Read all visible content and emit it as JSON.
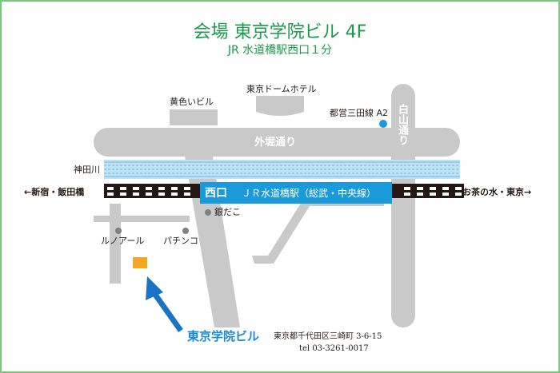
{
  "title": "会場 東京学院ビル 4F",
  "subtitle": "JR 水道橋駅西口１分",
  "roads": {
    "sotobori": "外堀通り",
    "hakusan": "白山通り"
  },
  "river": "神田川",
  "station": {
    "exit": "西口",
    "name": "ＪＲ水道橋駅（総武・中央線）"
  },
  "directions": {
    "west": "←新宿・飯田橋",
    "east": "お茶の水・東京→"
  },
  "landmarks": {
    "tokyo_dome_hotel": "東京ドームホテル",
    "yellow_building": "黄色いビル",
    "subway_exit": "都営三田線 A2",
    "ginndako": "銀だこ",
    "renoir": "ルノアール",
    "pachinko": "パチンコ"
  },
  "destination": {
    "name": "東京学院ビル",
    "address": "東京都千代田区三崎町 3-6-15",
    "tel": "tel 03-3261-0017"
  },
  "colors": {
    "road": "#c9c9ca",
    "station": "#1a9ad8",
    "river": "#bfe3f5",
    "destination_marker": "#f5a623",
    "arrow": "#1a74c4",
    "title": "#1a9a4a",
    "frame": "#7cc77e"
  }
}
